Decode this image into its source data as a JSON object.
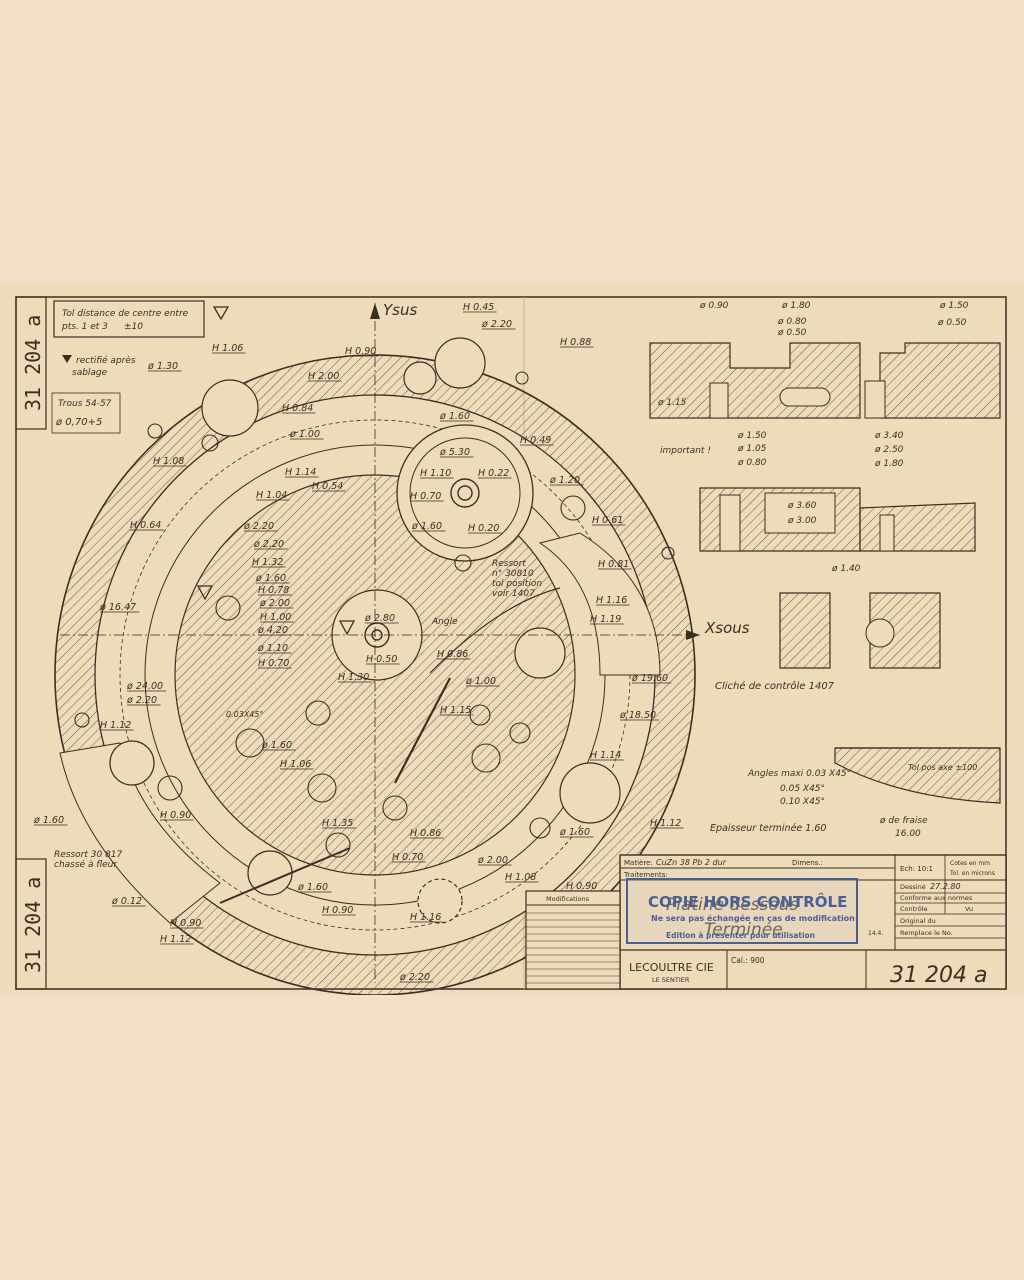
{
  "drawing": {
    "number": "31 204 a",
    "side_number": "31 204 a",
    "axes": {
      "y": "Ysus",
      "x": "Xsous"
    },
    "notes": {
      "tol_line1": "Tol distance de centre entre",
      "tol_line2": "pts. 1 et 3",
      "tol_value": "±10",
      "rectifie_line1": "rectifié après",
      "rectifie_line2": "sablage",
      "trous_line1": "Trous 54-57",
      "trous_line2": "ø 0,70+5",
      "ressort_top_1": "Ressort",
      "ressort_top_2": "n° 30810",
      "ressort_top_3": "tol position",
      "ressort_top_4": "voir 1407",
      "ressort_bottom_1": "Ressort 30 817",
      "ressort_bottom_2": "chassé à fleur",
      "angle": "Angle",
      "important": "important !",
      "cliche": "Cliché de contrôle 1407",
      "angles_title": "Angles maxi 0.03 X45°",
      "angles_2": "0.05 X45°",
      "angles_3": "0.10 X45°",
      "epaisseur": "Epaisseur terminée 1.60",
      "tol_pos_axe": "Tol pos axe ±100",
      "fraise": "ø de fraise",
      "fraise_val": "16.00",
      "chamfer": "0.03X45°"
    },
    "dimensions": [
      "H 1.06",
      "ø 1.30",
      "H 2.00",
      "ø 1.60",
      "H 0.90",
      "H 0.45",
      "ø 2.20",
      "H 0.88",
      "ø 1.00",
      "H 0.84",
      "H 1.08",
      "H 1.14",
      "H 0.54",
      "H 1.04",
      "H 0.64",
      "ø 2.20",
      "ø 2.20",
      "H 1.32",
      "ø 1.60",
      "H 0.78",
      "ø 2.00",
      "H 1.00",
      "ø 4.20",
      "ø 16.47",
      "ø 5.30",
      "H 1.10",
      "H 0.22",
      "H 0.70",
      "ø 1.60",
      "H 0.20",
      "H 0.49",
      "ø 1.20",
      "H 0.61",
      "H 0.81",
      "H 1.16",
      "H 1.19",
      "ø 2.80",
      "ø 1.10",
      "H 0.50",
      "H 0.70",
      "H 1.30",
      "H 0.86",
      "ø 1.00",
      "ø 19.60",
      "ø 24.00",
      "ø 2.20",
      "H 1.12",
      "ø 18.50",
      "H 1.15",
      "ø 1.60",
      "H 1.06",
      "H 1.14",
      "H 0.90",
      "H 1.35",
      "H 0.86",
      "H 1.12",
      "ø 1.60",
      "ø 1.60",
      "H 0.70",
      "ø 2.00",
      "ø 1.60",
      "H 0.90",
      "H 1.16",
      "H 1.08",
      "H 0.90",
      "ø 2.20",
      "H 0.90",
      "H 1.12",
      "ø 0.12"
    ],
    "section_dims": [
      "ø 0.90",
      "ø 1.80",
      "ø 0.80",
      "ø 0.50",
      "ø 1.50",
      "ø 0.50",
      "ø 1.15",
      "ø 1.50",
      "ø 1.05",
      "ø 0.80",
      "ø 3.40",
      "ø 2.50",
      "ø 1.80",
      "ø 3.60",
      "ø 3.00",
      "ø 1.40"
    ]
  },
  "title_block": {
    "matiere_label": "Matière:",
    "matiere_value": "CuZn 38 Pb 2 dur",
    "traitements_label": "Traitements:",
    "dimens_label": "Dimens.:",
    "modifications": "Modifications",
    "title_line1": "Platine dessous",
    "title_line2": "Terminée",
    "company": "LECOULTRE CIE",
    "location": "LE SENTIER",
    "cal": "Cal.: 900",
    "ech": "Ech: 10:1",
    "cotes": "Cotes en mm",
    "tol_microns": "Tol. en microns",
    "dessine": "Dessiné",
    "dessine_date": "27.2.80",
    "conforme": "Conforme aux normes",
    "controle": "Contrôle",
    "vu": "Vu",
    "original": "Original du",
    "remplace": "Remplace le No.",
    "date_small": "14.4."
  },
  "stamp": {
    "line1": "COPIE HORS CONTRÔLE",
    "line2": "Ne sera pas échangée en cas de modification",
    "line3": "Edition à présenter pour utilisation",
    "color": "#4a5f92"
  },
  "colors": {
    "page": "#f3e0c6",
    "paper": "#eedbb9",
    "ink": "#3a2f24"
  }
}
